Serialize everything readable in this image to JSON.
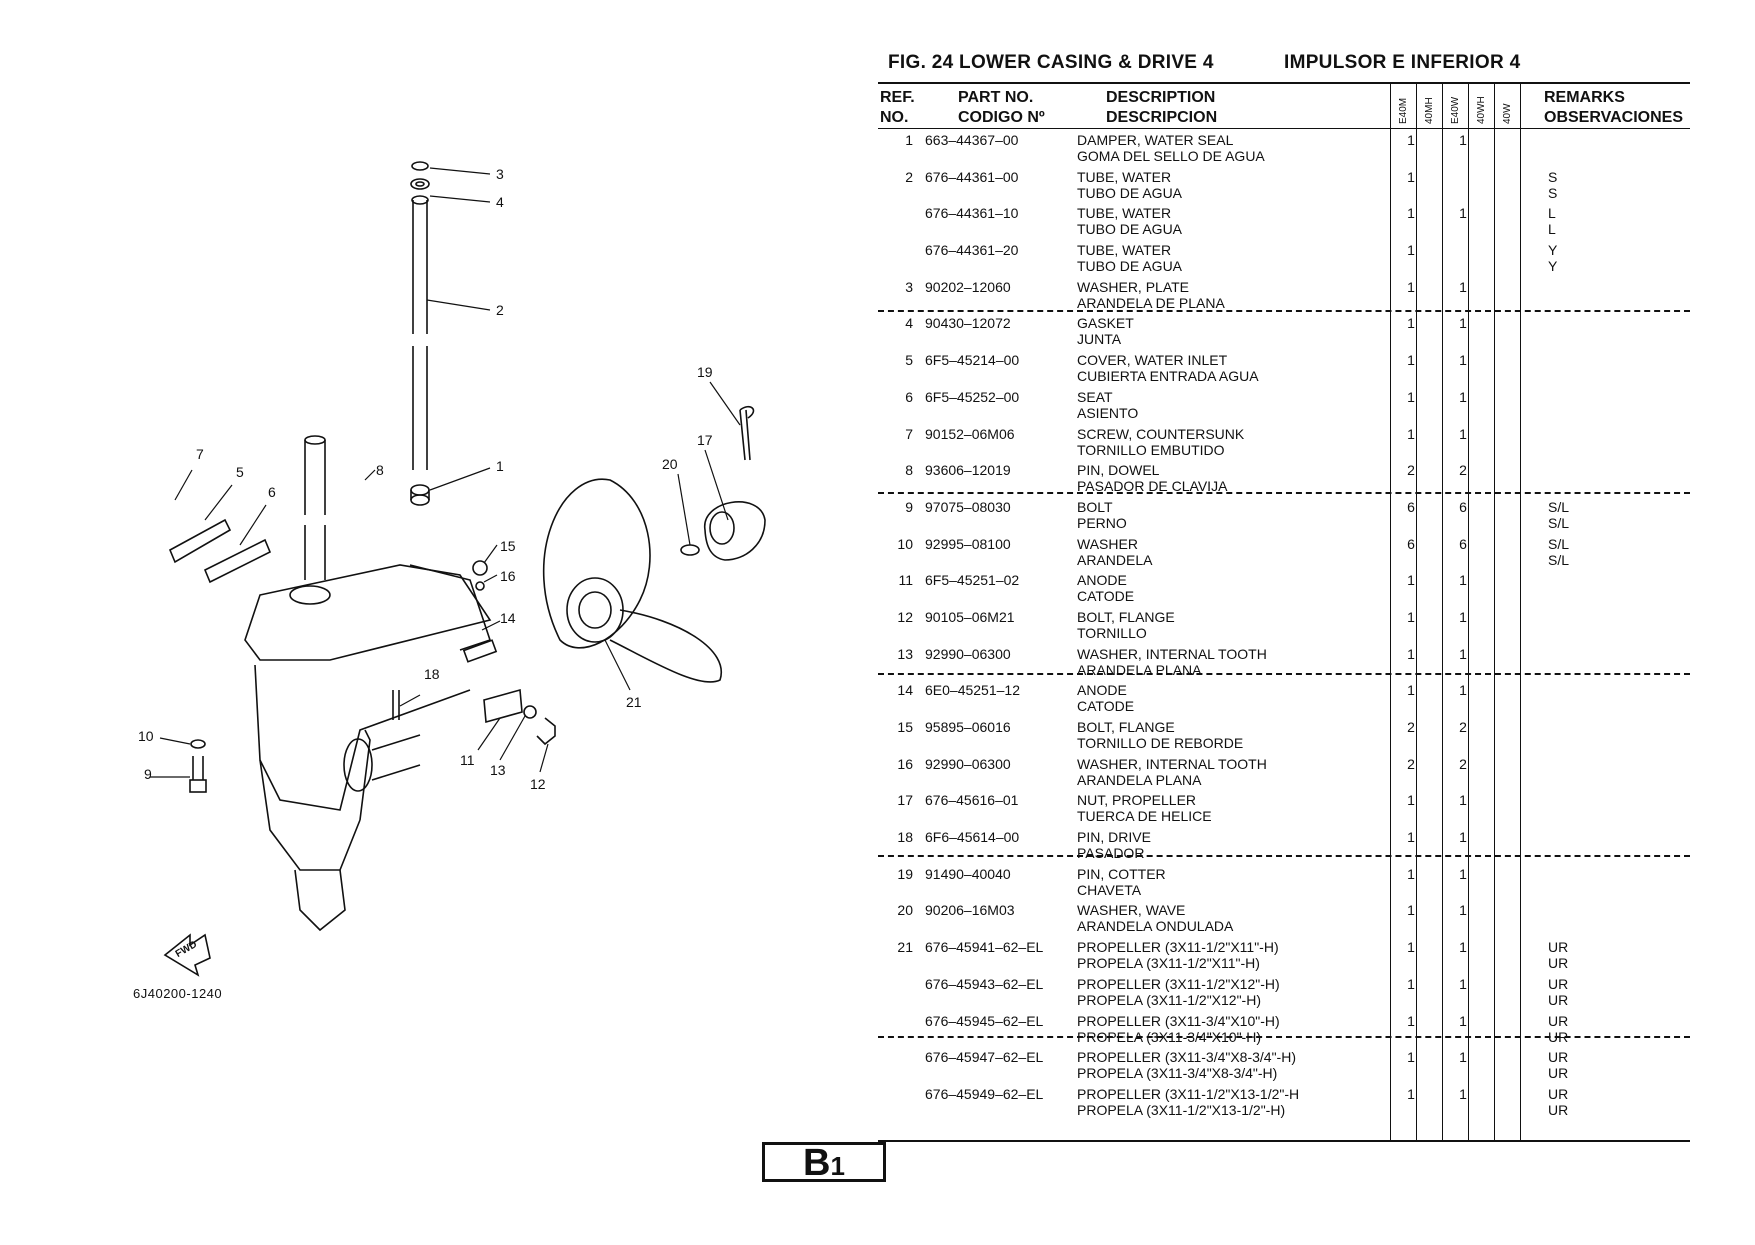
{
  "figure": {
    "title_en": "FIG.  24  LOWER CASING & DRIVE 4",
    "title_es": "IMPULSOR E INFERIOR 4",
    "diagram_code": "6J40200-1240",
    "fwd_label": "FWD",
    "page_tag_main": "B",
    "page_tag_sub": "1"
  },
  "header": {
    "ref_en": "REF.",
    "ref_es": "NO.",
    "part_en": "PART NO.",
    "part_es": "CODIGO Nº",
    "desc_en": "DESCRIPTION",
    "desc_es": "DESCRIPCION",
    "models": [
      "E40M",
      "40MH",
      "E40W",
      "40WH",
      "40W"
    ],
    "remarks_en": "REMARKS",
    "remarks_es": "OBSERVACIONES"
  },
  "callouts": [
    "1",
    "2",
    "3",
    "4",
    "5",
    "6",
    "7",
    "8",
    "9",
    "10",
    "11",
    "12",
    "13",
    "14",
    "15",
    "16",
    "17",
    "18",
    "19",
    "20",
    "21"
  ],
  "rows": [
    {
      "ref": "1",
      "part": "663–44367–00",
      "d1": "DAMPER, WATER SEAL",
      "d2": "GOMA DEL SELLO DE AGUA",
      "q1": "1",
      "q3": "1",
      "r1": "",
      "r2": ""
    },
    {
      "ref": "2",
      "part": "676–44361–00",
      "d1": "TUBE, WATER",
      "d2": "TUBO DE AGUA",
      "q1": "1",
      "q3": "",
      "r1": "S",
      "r2": "S"
    },
    {
      "ref": "",
      "part": "676–44361–10",
      "d1": "TUBE, WATER",
      "d2": "TUBO DE AGUA",
      "q1": "1",
      "q3": "1",
      "r1": "L",
      "r2": "L"
    },
    {
      "ref": "",
      "part": "676–44361–20",
      "d1": "TUBE, WATER",
      "d2": "TUBO DE AGUA",
      "q1": "1",
      "q3": "",
      "r1": "Y",
      "r2": "Y"
    },
    {
      "ref": "3",
      "part": "90202–12060",
      "d1": "WASHER, PLATE",
      "d2": "ARANDELA  DE PLANA",
      "q1": "1",
      "q3": "1",
      "r1": "",
      "r2": ""
    },
    {
      "ref": "4",
      "part": "90430–12072",
      "d1": "GASKET",
      "d2": "JUNTA",
      "q1": "1",
      "q3": "1",
      "r1": "",
      "r2": ""
    },
    {
      "ref": "5",
      "part": "6F5–45214–00",
      "d1": "COVER, WATER INLET",
      "d2": "CUBIERTA  ENTRADA AGUA",
      "q1": "1",
      "q3": "1",
      "r1": "",
      "r2": ""
    },
    {
      "ref": "6",
      "part": "6F5–45252–00",
      "d1": "SEAT",
      "d2": "ASIENTO",
      "q1": "1",
      "q3": "1",
      "r1": "",
      "r2": ""
    },
    {
      "ref": "7",
      "part": "90152–06M06",
      "d1": "SCREW, COUNTERSUNK",
      "d2": "TORNILLO  EMBUTIDO",
      "q1": "1",
      "q3": "1",
      "r1": "",
      "r2": ""
    },
    {
      "ref": "8",
      "part": "93606–12019",
      "d1": "PIN, DOWEL",
      "d2": "PASADOR DE CLAVIJA",
      "q1": "2",
      "q3": "2",
      "r1": "",
      "r2": ""
    },
    {
      "ref": "9",
      "part": "97075–08030",
      "d1": "BOLT",
      "d2": "PERNO",
      "q1": "6",
      "q3": "6",
      "r1": "S/L",
      "r2": "S/L"
    },
    {
      "ref": "10",
      "part": "92995–08100",
      "d1": "WASHER",
      "d2": "ARANDELA",
      "q1": "6",
      "q3": "6",
      "r1": "S/L",
      "r2": "S/L"
    },
    {
      "ref": "11",
      "part": "6F5–45251–02",
      "d1": "ANODE",
      "d2": "CATODE",
      "q1": "1",
      "q3": "1",
      "r1": "",
      "r2": ""
    },
    {
      "ref": "12",
      "part": "90105–06M21",
      "d1": "BOLT, FLANGE",
      "d2": "TORNILLO",
      "q1": "1",
      "q3": "1",
      "r1": "",
      "r2": ""
    },
    {
      "ref": "13",
      "part": "92990–06300",
      "d1": "WASHER, INTERNAL TOOTH",
      "d2": "ARANDELA PLANA",
      "q1": "1",
      "q3": "1",
      "r1": "",
      "r2": ""
    },
    {
      "ref": "14",
      "part": "6E0–45251–12",
      "d1": "ANODE",
      "d2": "CATODE",
      "q1": "1",
      "q3": "1",
      "r1": "",
      "r2": ""
    },
    {
      "ref": "15",
      "part": "95895–06016",
      "d1": "BOLT, FLANGE",
      "d2": "TORNILLO DE REBORDE",
      "q1": "2",
      "q3": "2",
      "r1": "",
      "r2": ""
    },
    {
      "ref": "16",
      "part": "92990–06300",
      "d1": "WASHER, INTERNAL TOOTH",
      "d2": "ARANDELA PLANA",
      "q1": "2",
      "q3": "2",
      "r1": "",
      "r2": ""
    },
    {
      "ref": "17",
      "part": "676–45616–01",
      "d1": "NUT, PROPELLER",
      "d2": "TUERCA DE HELICE",
      "q1": "1",
      "q3": "1",
      "r1": "",
      "r2": ""
    },
    {
      "ref": "18",
      "part": "6F6–45614–00",
      "d1": "PIN, DRIVE",
      "d2": "PASADOR",
      "q1": "1",
      "q3": "1",
      "r1": "",
      "r2": ""
    },
    {
      "ref": "19",
      "part": "91490–40040",
      "d1": "PIN, COTTER",
      "d2": "CHAVETA",
      "q1": "1",
      "q3": "1",
      "r1": "",
      "r2": ""
    },
    {
      "ref": "20",
      "part": "90206–16M03",
      "d1": "WASHER, WAVE",
      "d2": "ARANDELA  ONDULADA",
      "q1": "1",
      "q3": "1",
      "r1": "",
      "r2": ""
    },
    {
      "ref": "21",
      "part": "676–45941–62–EL",
      "d1": "PROPELLER (3X11-1/2\"X11\"-H)",
      "d2": "PROPELA (3X11-1/2\"X11\"-H)",
      "q1": "1",
      "q3": "1",
      "r1": "UR",
      "r2": "UR"
    },
    {
      "ref": "",
      "part": "676–45943–62–EL",
      "d1": "PROPELLER (3X11-1/2\"X12\"-H)",
      "d2": "PROPELA (3X11-1/2\"X12\"-H)",
      "q1": "1",
      "q3": "1",
      "r1": "UR",
      "r2": "UR"
    },
    {
      "ref": "",
      "part": "676–45945–62–EL",
      "d1": "PROPELLER (3X11-3/4\"X10\"-H)",
      "d2": "PROPELA (3X11-3/4\"X10\"-H)",
      "q1": "1",
      "q3": "1",
      "r1": "UR",
      "r2": "UR"
    },
    {
      "ref": "",
      "part": "676–45947–62–EL",
      "d1": "PROPELLER (3X11-3/4\"X8-3/4\"-H)",
      "d2": "PROPELA (3X11-3/4\"X8-3/4\"-H)",
      "q1": "1",
      "q3": "1",
      "r1": "UR",
      "r2": "UR"
    },
    {
      "ref": "",
      "part": "676–45949–62–EL",
      "d1": "PROPELLER (3X11-1/2\"X13-1/2\"-H",
      "d2": "PROPELA (3X11-1/2\"X13-1/2\"-H)",
      "q1": "1",
      "q3": "1",
      "r1": "UR",
      "r2": "UR"
    }
  ]
}
